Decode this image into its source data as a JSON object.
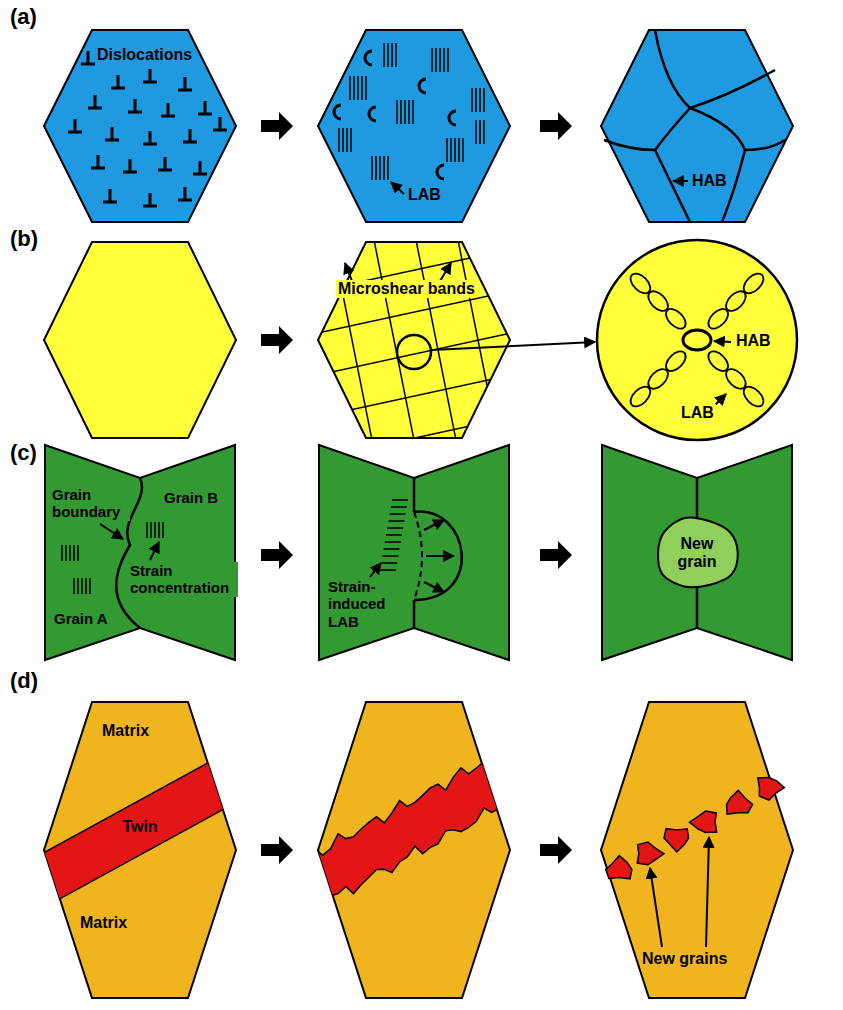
{
  "diagram": {
    "nodes": [
      {
        "text": [
          "New grain"
        ]
      },
      {
        "text": [
          "Twin"
        ]
      }
    ],
    "labels": [
      "(a)",
      "Dislocations",
      "LAB",
      "HAB",
      "(b)",
      "Microshear bands",
      "HAB",
      "LAB",
      "(c)",
      "Grain boundary",
      "Grain B",
      "Strain concentration",
      "Grain A",
      "Strain-induced LAB",
      "(d)",
      "Matrix",
      "Matrix",
      "New grains"
    ]
  }
}
